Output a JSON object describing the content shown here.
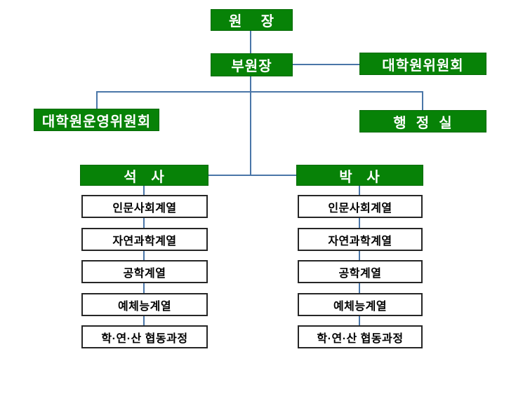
{
  "colors": {
    "box_green_fill": "#078207",
    "box_green_border": "#066a06",
    "connector_line": "#4a76a8",
    "white_box_border": "#262626",
    "text_on_green": "#ffffff",
    "text_on_white": "#000000"
  },
  "nodes": {
    "director": "원    장",
    "vice_director": "부원장",
    "graduate_committee": "대학원위원회",
    "operating_committee": "대학원운영위원회",
    "admin_office": "행  정  실",
    "masters": "석   사",
    "doctoral": "박   사"
  },
  "masters_tracks": [
    "인문사회계열",
    "자연과학계열",
    "공학계열",
    "예체능계열",
    "학·연·산 협동과정"
  ],
  "doctoral_tracks": [
    "인문사회계열",
    "자연과학계열",
    "공학계열",
    "예체능계열",
    "학·연·산 협동과정"
  ]
}
